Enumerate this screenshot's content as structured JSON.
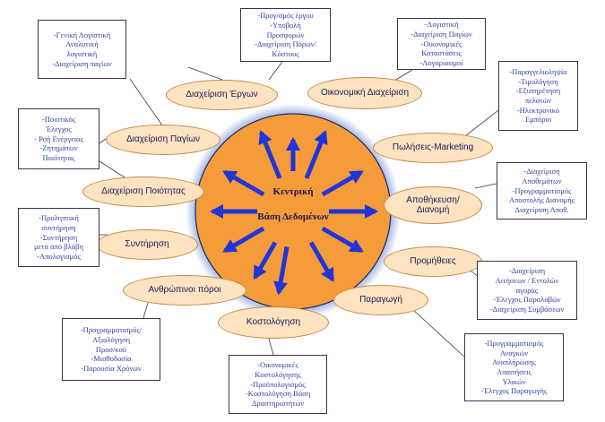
{
  "center": {
    "line1": "Κεντρική",
    "line2": "Βάση Δεδομένων"
  },
  "modules": [
    {
      "label": "Διαχείριση Έργων"
    },
    {
      "label": "Οικονομική Διαχείριση"
    },
    {
      "label": "Διαχείριση Παγίων"
    },
    {
      "label": "Πωλήσεις-Marketing"
    },
    {
      "label": "Διαχείριση Ποιότητας"
    },
    {
      "label": "Αποθήκευση/ Διανομή"
    },
    {
      "label": "Συντήρηση"
    },
    {
      "label": "Προμήθειες"
    },
    {
      "label": "Ανθρώπινοι πόροι"
    },
    {
      "label": "Παραγωγή"
    },
    {
      "label": "Κοστολόγηση"
    }
  ],
  "boxes": [
    {
      "lines": [
        "-Γενική Λογιστική",
        "Αναλυτική",
        "λογιστική",
        "-Διαχείριση παγίων"
      ]
    },
    {
      "lines": [
        "-Προγ/σμός έργου",
        "-Υποβολή",
        "Προσφορών",
        "-Διαχείριση Πόρων/",
        "Κόστους"
      ]
    },
    {
      "lines": [
        "-Λογιστική",
        "-Διαχείριση Παγίων",
        "-Οικονομικές",
        "Καταστάσεις",
        "-Λογαριασμοί"
      ]
    },
    {
      "lines": [
        "-Παραγγελιοληψία",
        "-Τιμολόγηση",
        "-Εξυπηρέτηση",
        "πελατών",
        "-Ηλεκτρονικό",
        "Εμπόριο"
      ]
    },
    {
      "lines": [
        "-Ποιοτικός",
        "Έλεγχος",
        "- Ροή Ενέργειας",
        "-Ζητημάτων",
        "Ποιότητας"
      ]
    },
    {
      "lines": [
        "-Διαχείριση",
        "Αποθεμάτων",
        "-Προγραμματισμός",
        "Αποστολής Διανομής",
        "Διαχείριση Αποθ."
      ]
    },
    {
      "lines": [
        "-Προληπτική",
        "συντήρηση",
        "-Συντήρηση",
        "μετά από βλάβη",
        "-Απολογισμός"
      ]
    },
    {
      "lines": [
        "-Διαχείριση",
        "Αιτήσεων / Εντολών",
        "αγοράς",
        "-Έλεγχος Παραλαβών",
        "-Διαχείριση Συμβάσεων"
      ]
    },
    {
      "lines": [
        "-Προγραμματισμός/",
        "Αξιολόγηση",
        "Προσ/κού",
        "-Μισθοδοσία",
        "-Παρουσία Χρόνων"
      ]
    },
    {
      "lines": [
        "-Προγραμματισμός",
        "Αναγκών",
        "Αναπλήρωσης",
        "Απαιτήσεις",
        "Υλικών",
        "-Έλεγχος Παραγωγής"
      ]
    },
    {
      "lines": [
        "-Οικονομικές",
        "Κοστολόγησης",
        "-Προϋπολογισμός",
        "-Κοστολόγηση Βάση",
        "Δραστηριοτήτων"
      ]
    }
  ],
  "colors": {
    "core_fill": "#f59b3a",
    "halo": "#2b55b8",
    "arrow": "#1f35d8",
    "ellipse_fill": "#fde3bf",
    "box_text": "#2f3f9e"
  }
}
